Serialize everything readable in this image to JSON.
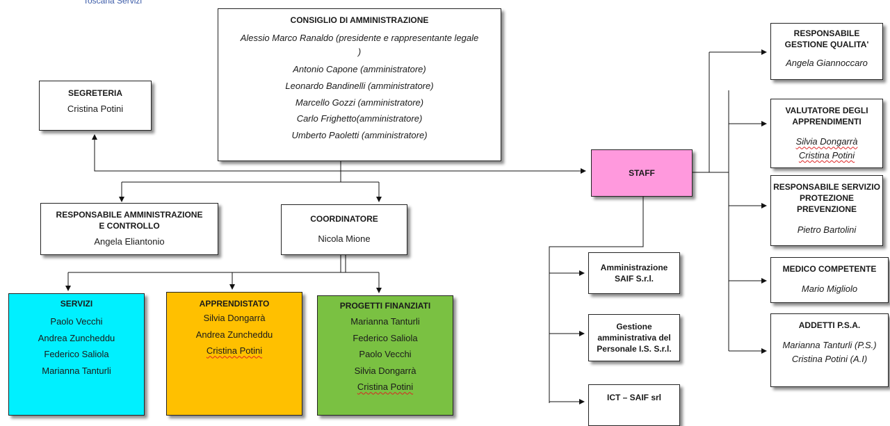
{
  "header_fragment": "Toscana Servizi",
  "cda": {
    "title": "CONSIGLIO DI AMMINISTRAZIONE",
    "members": [
      "Alessio Marco Ranaldo (presidente e rappresentante legale )",
      "Antonio Capone (amministratore)",
      "Leonardo Bandinelli (amministratore)",
      "Marcello Gozzi (amministratore)",
      "Carlo Frighetto(amministratore)",
      "Umberto Paoletti (amministratore)"
    ]
  },
  "segreteria": {
    "title": "SEGRETERIA",
    "name": "Cristina Potini"
  },
  "responsabile_amm": {
    "title": "RESPONSABILE AMMINISTRAZIONE E CONTROLLO",
    "name": "Angela Eliantonio"
  },
  "coordinatore": {
    "title": "COORDINATORE",
    "name": "Nicola Mione"
  },
  "servizi": {
    "title": "SERVIZI",
    "names": [
      "Paolo Vecchi",
      "Andrea Zuncheddu",
      "Federico Saliola",
      "Marianna Tanturli"
    ],
    "color": "#00f0ff"
  },
  "apprendistato": {
    "title": "APPRENDISTATO",
    "names": [
      "Silvia Dongarrà",
      "Andrea Zuncheddu",
      "Cristina Potini"
    ],
    "color": "#ffc000"
  },
  "progetti": {
    "title": "PROGETTI FINANZIATI",
    "names": [
      "Marianna Tanturli",
      "Federico Saliola",
      "Paolo Vecchi",
      "Silvia Dongarrà",
      "Cristina Potini"
    ],
    "color": "#7ac142"
  },
  "staff": {
    "title": "STAFF",
    "color": "#ff99dd"
  },
  "amministrazione_saif": {
    "title": "Amministrazione SAIF S.r.l."
  },
  "gestione_personale": {
    "title": "Gestione amministrativa del Personale I.S. S.r.l."
  },
  "ict": {
    "title": "ICT – SAIF srl"
  },
  "qualita": {
    "title": "RESPONSABILE GESTIONE QUALITA'",
    "name": "Angela Giannoccaro"
  },
  "valutatore": {
    "title": "VALUTATORE DEGLI APPRENDIMENTI",
    "names": [
      "Silvia Dongarrà",
      "Cristina Potini"
    ]
  },
  "rspp": {
    "title": "RESPONSABILE SERVIZIO PROTEZIONE PREVENZIONE",
    "name": "Pietro Bartolini"
  },
  "medico": {
    "title": "MEDICO COMPETENTE",
    "name": "Mario Migliolo"
  },
  "addetti": {
    "title": "ADDETTI P.S.A.",
    "names": [
      "Marianna Tanturli (P.S.)",
      "Cristina Potini (A.I)"
    ]
  }
}
